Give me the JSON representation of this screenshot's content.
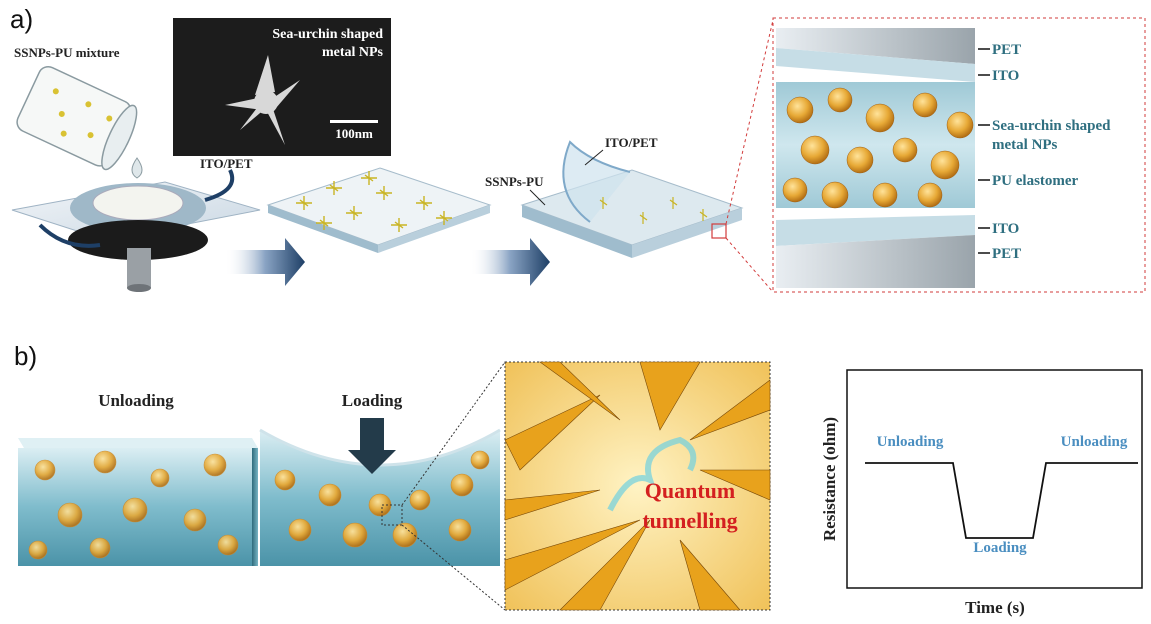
{
  "panel_a": {
    "letter": "a)",
    "mixture_label": "SSNPs-PU mixture",
    "sem_title": "Sea-urchin shaped metal NPs",
    "sem_title_line1": "Sea-urchin shaped",
    "sem_title_line2": "metal NPs",
    "scale_bar": "100nm",
    "ito_pet_label_1": "ITO/PET",
    "ssnps_pu_label": "SSNPs-PU",
    "ito_pet_label_2": "ITO/PET",
    "layers": {
      "pet_top": "PET",
      "ito_top": "ITO",
      "nps_line1": "Sea-urchin shaped",
      "nps_line2": "metal NPs",
      "pu": "PU elastomer",
      "ito_bottom": "ITO",
      "pet_bottom": "PET"
    }
  },
  "panel_b": {
    "letter": "b)",
    "unloading_label": "Unloading",
    "loading_label": "Loading",
    "tunnelling_line1": "Quantum",
    "tunnelling_line2": "tunnelling",
    "graph": {
      "ylabel": "Resistance (ohm)",
      "xlabel": "Time (s)",
      "left_state": "Unloading",
      "middle_state": "Loading",
      "right_state": "Unloading"
    }
  },
  "colors": {
    "teal_text": "#2f6f80",
    "blue_text": "#4a8ec0",
    "red_text": "#d42020",
    "urchin": "#e7a936",
    "elastomer": "#6fb3c8",
    "arrow": "#1e3f66"
  }
}
